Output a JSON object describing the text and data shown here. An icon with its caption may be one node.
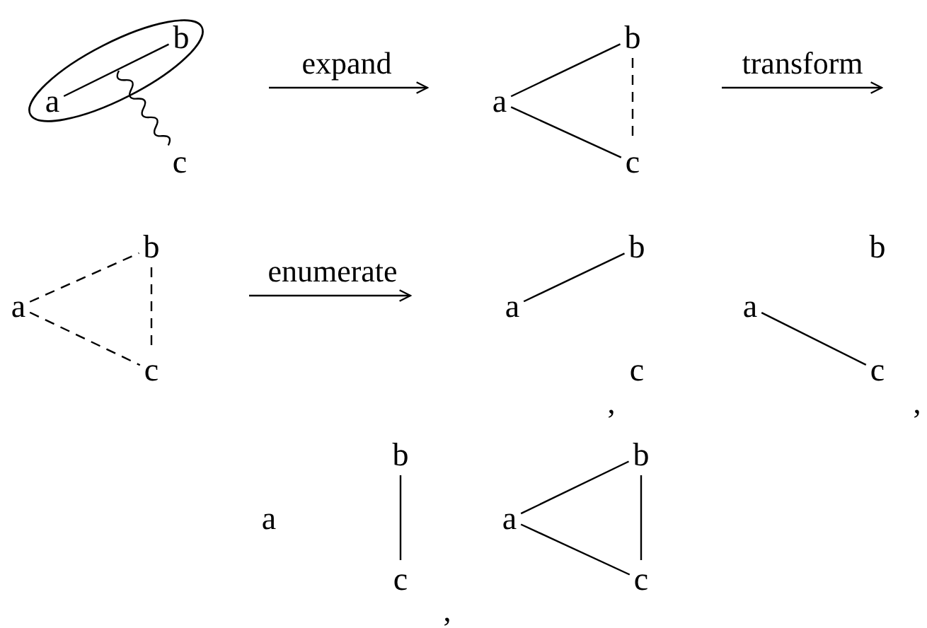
{
  "diagram": {
    "nodes": [
      {
        "text": [],
        "shape": "ellipse"
      },
      {
        "text": [
          "a"
        ],
        "in": 0
      },
      {
        "text": [
          "b"
        ],
        "in": 0
      },
      {
        "text": [
          "c"
        ]
      },
      {
        "text": [
          "a"
        ]
      },
      {
        "text": [
          "b"
        ]
      },
      {
        "text": [
          "c"
        ]
      },
      {
        "text": [
          "a"
        ]
      },
      {
        "text": [
          "b"
        ]
      },
      {
        "text": [
          "c"
        ]
      },
      {
        "text": [
          "a"
        ]
      },
      {
        "text": [
          "b"
        ]
      },
      {
        "text": [
          "c"
        ]
      },
      {
        "text": [
          "a"
        ]
      },
      {
        "text": [
          "b"
        ]
      },
      {
        "text": [
          "c"
        ]
      },
      {
        "text": [
          "a"
        ]
      },
      {
        "text": [
          "b"
        ]
      },
      {
        "text": [
          "c"
        ]
      },
      {
        "text": [
          "a"
        ]
      },
      {
        "text": [
          "b"
        ]
      },
      {
        "text": [
          "c"
        ]
      }
    ],
    "edges": [
      {
        "from": 1,
        "to": 2,
        "arrow": "none"
      },
      {
        "from": null,
        "to": 3,
        "arrow": "none"
      },
      {
        "from": 4,
        "to": 5,
        "arrow": "none"
      },
      {
        "from": 4,
        "to": 6,
        "arrow": "none"
      },
      {
        "from": 5,
        "to": 6,
        "arrow": "none",
        "style": "dashed"
      },
      {
        "from": 7,
        "to": 8,
        "arrow": "none",
        "style": "dashed"
      },
      {
        "from": 7,
        "to": 9,
        "arrow": "none",
        "style": "dashed"
      },
      {
        "from": 8,
        "to": 9,
        "arrow": "none",
        "style": "dashed"
      },
      {
        "from": 10,
        "to": 11,
        "arrow": "none"
      },
      {
        "from": 13,
        "to": 15,
        "arrow": "none"
      },
      {
        "from": 17,
        "to": 18,
        "arrow": "none"
      },
      {
        "from": 19,
        "to": 20,
        "arrow": "none"
      },
      {
        "from": 19,
        "to": 21,
        "arrow": "none"
      },
      {
        "from": 20,
        "to": 21,
        "arrow": "none"
      }
    ],
    "labels": [
      "expand",
      "transform",
      "enumerate",
      ",",
      ",",
      ","
    ]
  }
}
